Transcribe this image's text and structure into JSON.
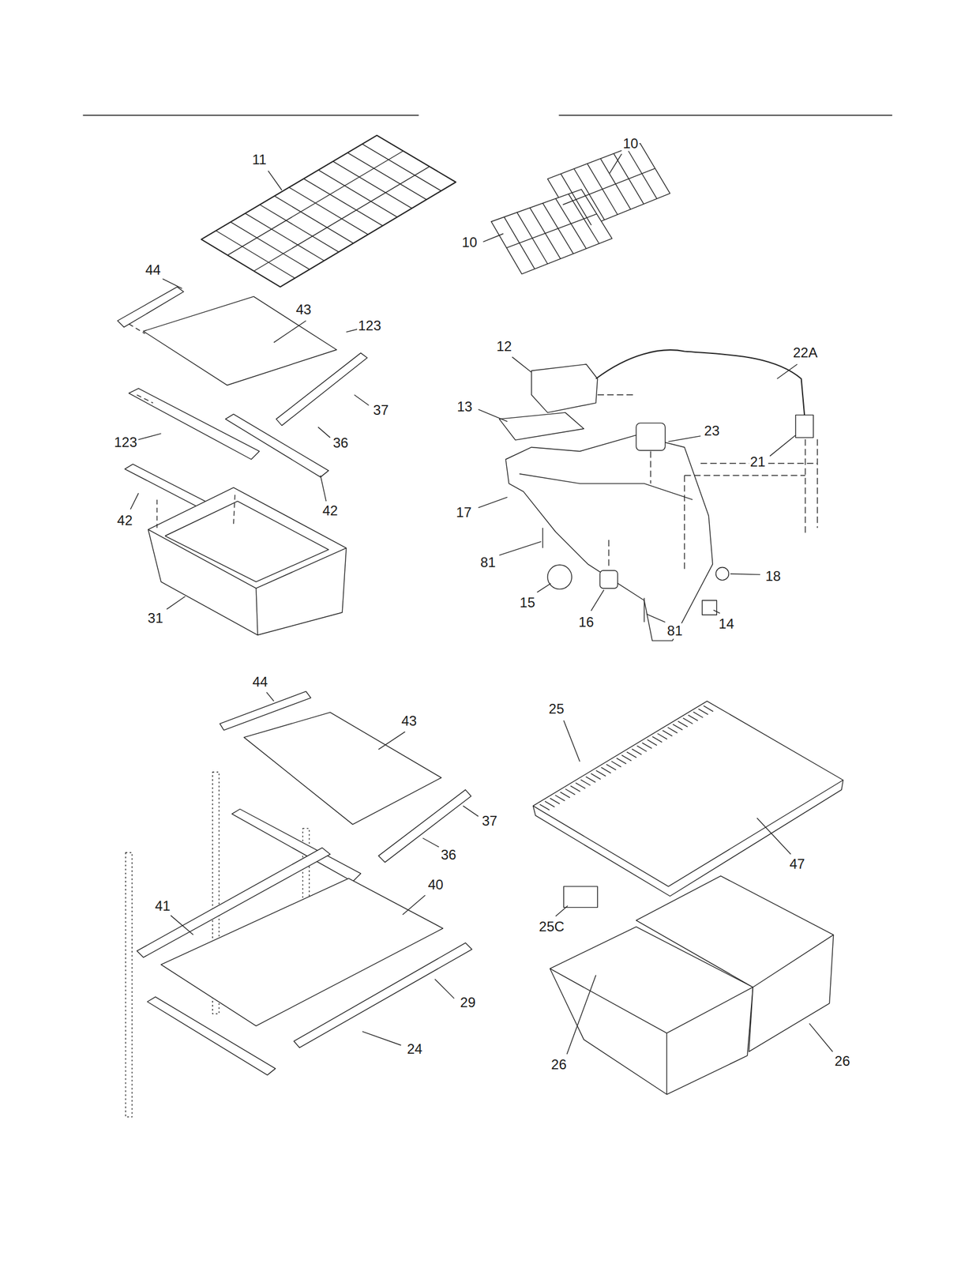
{
  "diagram": {
    "labels": [
      "11",
      "44",
      "43",
      "123",
      "37",
      "36",
      "123",
      "42",
      "42",
      "31",
      "10",
      "10",
      "22A",
      "12",
      "13",
      "23",
      "21",
      "17",
      "81",
      "18",
      "15",
      "16",
      "81",
      "14",
      "44",
      "43",
      "37",
      "36",
      "41",
      "40",
      "29",
      "24",
      "25",
      "47",
      "25C",
      "26",
      "26"
    ]
  }
}
